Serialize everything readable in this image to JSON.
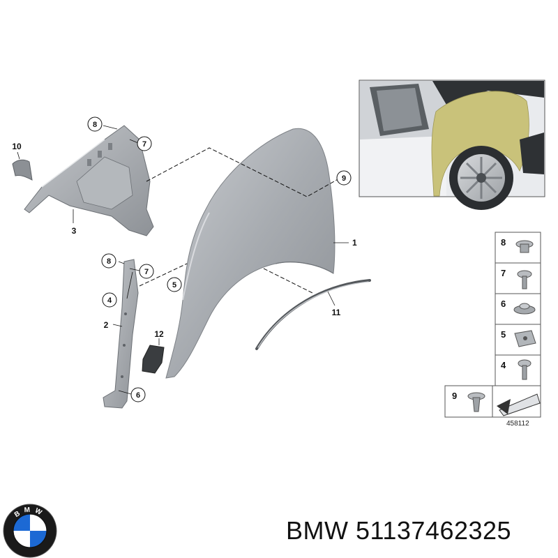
{
  "parts": [
    {
      "num": "1"
    },
    {
      "num": "2"
    },
    {
      "num": "3"
    },
    {
      "num": "4"
    },
    {
      "num": "5"
    },
    {
      "num": "6"
    },
    {
      "num": "7"
    },
    {
      "num": "8"
    },
    {
      "num": "9"
    },
    {
      "num": "10"
    },
    {
      "num": "11"
    },
    {
      "num": "12"
    }
  ],
  "fastener_table": {
    "rows": [
      "8",
      "7",
      "6",
      "5",
      "4"
    ],
    "bottom_left": "9"
  },
  "catalog_number": "458112",
  "brand": {
    "logo_letters": "BMW",
    "caption": "BMW 51137462325"
  },
  "colors": {
    "fender": "#a9adb2",
    "photo_panel_highlight": "#c9c27a"
  }
}
